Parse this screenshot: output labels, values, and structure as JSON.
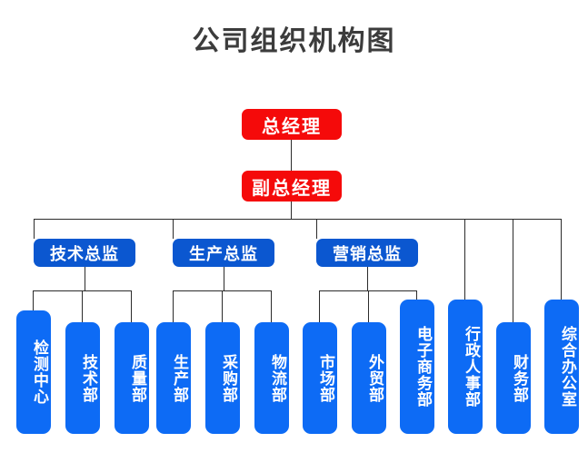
{
  "title": "公司组织机构图",
  "colors": {
    "title_text": "#3c3c3c",
    "executive_box": "#f50a0a",
    "director_box": "#0b57d0",
    "department_box": "#0d6bf5",
    "connector_line": "#2b2b2b",
    "box_text": "#ffffff",
    "background": "#ffffff"
  },
  "chart_data": {
    "type": "diagram",
    "diagram_type": "organizational-chart",
    "title": "公司组织机构图",
    "levels": [
      {
        "level": 1,
        "nodes": [
          {
            "id": "gm",
            "label": "总经理",
            "color": "#f50a0a"
          }
        ]
      },
      {
        "level": 2,
        "nodes": [
          {
            "id": "dgm",
            "label": "副总经理",
            "color": "#f50a0a",
            "parent": "gm"
          }
        ]
      },
      {
        "level": 3,
        "nodes": [
          {
            "id": "dir_tech",
            "label": "技术总监",
            "color": "#0b57d0",
            "parent": "dgm"
          },
          {
            "id": "dir_prod",
            "label": "生产总监",
            "color": "#0b57d0",
            "parent": "dgm"
          },
          {
            "id": "dir_sales",
            "label": "营销总监",
            "color": "#0b57d0",
            "parent": "dgm"
          }
        ]
      },
      {
        "level": 4,
        "nodes": [
          {
            "id": "d1",
            "label": "检测中心",
            "color": "#0d6bf5",
            "parent": "dir_tech"
          },
          {
            "id": "d2",
            "label": "技术部",
            "color": "#0d6bf5",
            "parent": "dir_tech"
          },
          {
            "id": "d3",
            "label": "质量部",
            "color": "#0d6bf5",
            "parent": "dir_tech"
          },
          {
            "id": "d4",
            "label": "生产部",
            "color": "#0d6bf5",
            "parent": "dir_prod"
          },
          {
            "id": "d5",
            "label": "采购部",
            "color": "#0d6bf5",
            "parent": "dir_prod"
          },
          {
            "id": "d6",
            "label": "物流部",
            "color": "#0d6bf5",
            "parent": "dir_prod"
          },
          {
            "id": "d7",
            "label": "市场部",
            "color": "#0d6bf5",
            "parent": "dir_sales"
          },
          {
            "id": "d8",
            "label": "外贸部",
            "color": "#0d6bf5",
            "parent": "dir_sales"
          },
          {
            "id": "d9",
            "label": "电子商务部",
            "color": "#0d6bf5",
            "parent": "dir_sales"
          },
          {
            "id": "d10",
            "label": "行政人事部",
            "color": "#0d6bf5",
            "parent": "dgm"
          },
          {
            "id": "d11",
            "label": "财务部",
            "color": "#0d6bf5",
            "parent": "dgm"
          },
          {
            "id": "d12",
            "label": "综合办公室",
            "color": "#0d6bf5",
            "parent": "dgm"
          }
        ]
      }
    ]
  },
  "executives": {
    "general_manager": "总经理",
    "deputy_general_manager": "副总经理"
  },
  "directors": [
    {
      "label": "技术总监"
    },
    {
      "label": "生产总监"
    },
    {
      "label": "营销总监"
    }
  ],
  "departments": [
    {
      "label": "检测中心"
    },
    {
      "label": "技术部"
    },
    {
      "label": "质量部"
    },
    {
      "label": "生产部"
    },
    {
      "label": "采购部"
    },
    {
      "label": "物流部"
    },
    {
      "label": "市场部"
    },
    {
      "label": "外贸部"
    },
    {
      "label": "电子商务部"
    },
    {
      "label": "行政人事部"
    },
    {
      "label": "财务部"
    },
    {
      "label": "综合办公室"
    }
  ]
}
